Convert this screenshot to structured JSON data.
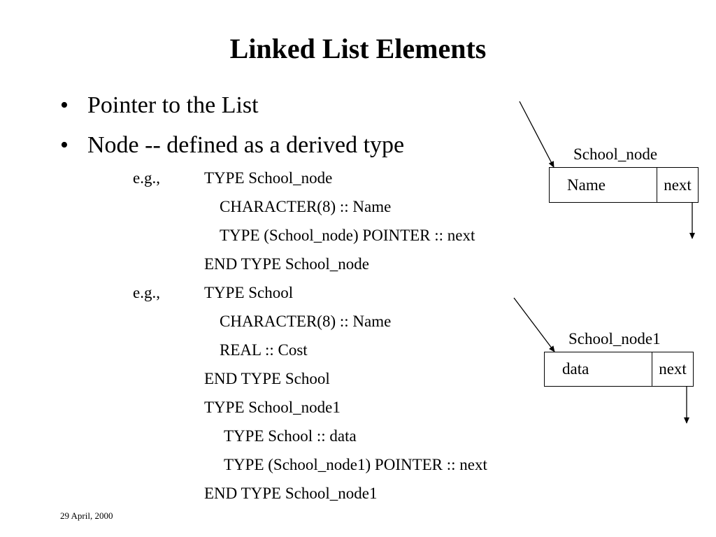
{
  "title": "Linked List Elements",
  "bullets": [
    "Pointer to the List",
    "Node --  defined as a derived type"
  ],
  "bullet_symbol": "•",
  "code": {
    "eg1": "e.g.,",
    "l1": "TYPE School_node",
    "l2": "CHARACTER(8) :: Name",
    "l3": "TYPE (School_node) POINTER :: next",
    "l4": "END TYPE School_node",
    "eg2": "e.g.,",
    "l5": "TYPE School",
    "l6": "CHARACTER(8) :: Name",
    "l7": "REAL :: Cost",
    "l8": "END TYPE School",
    "l9": "TYPE School_node1",
    "l10": "TYPE School :: data",
    "l11": "TYPE (School_node1) POINTER :: next",
    "l12": "END TYPE School_node1"
  },
  "diagram": {
    "node1": {
      "label": "School_node",
      "field": "Name",
      "pointer": "next"
    },
    "node2": {
      "label": "School_node1",
      "field": "data",
      "pointer": "next"
    }
  },
  "footer": "29  April, 2000"
}
